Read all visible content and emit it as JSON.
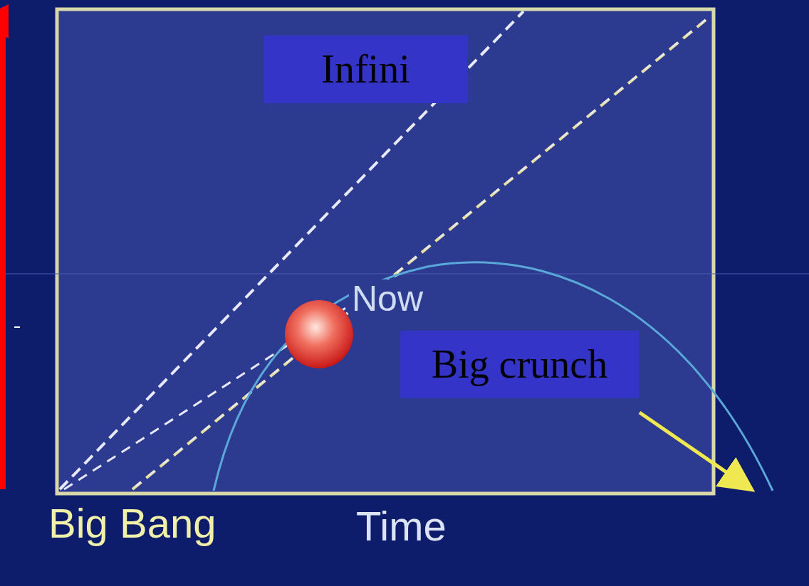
{
  "diagram": {
    "nodes": [
      {
        "text": [
          "Infini"
        ]
      },
      {
        "text": [
          "Big crunch"
        ]
      }
    ],
    "labels": [
      "Now",
      "Big Bang",
      "Time"
    ]
  }
}
